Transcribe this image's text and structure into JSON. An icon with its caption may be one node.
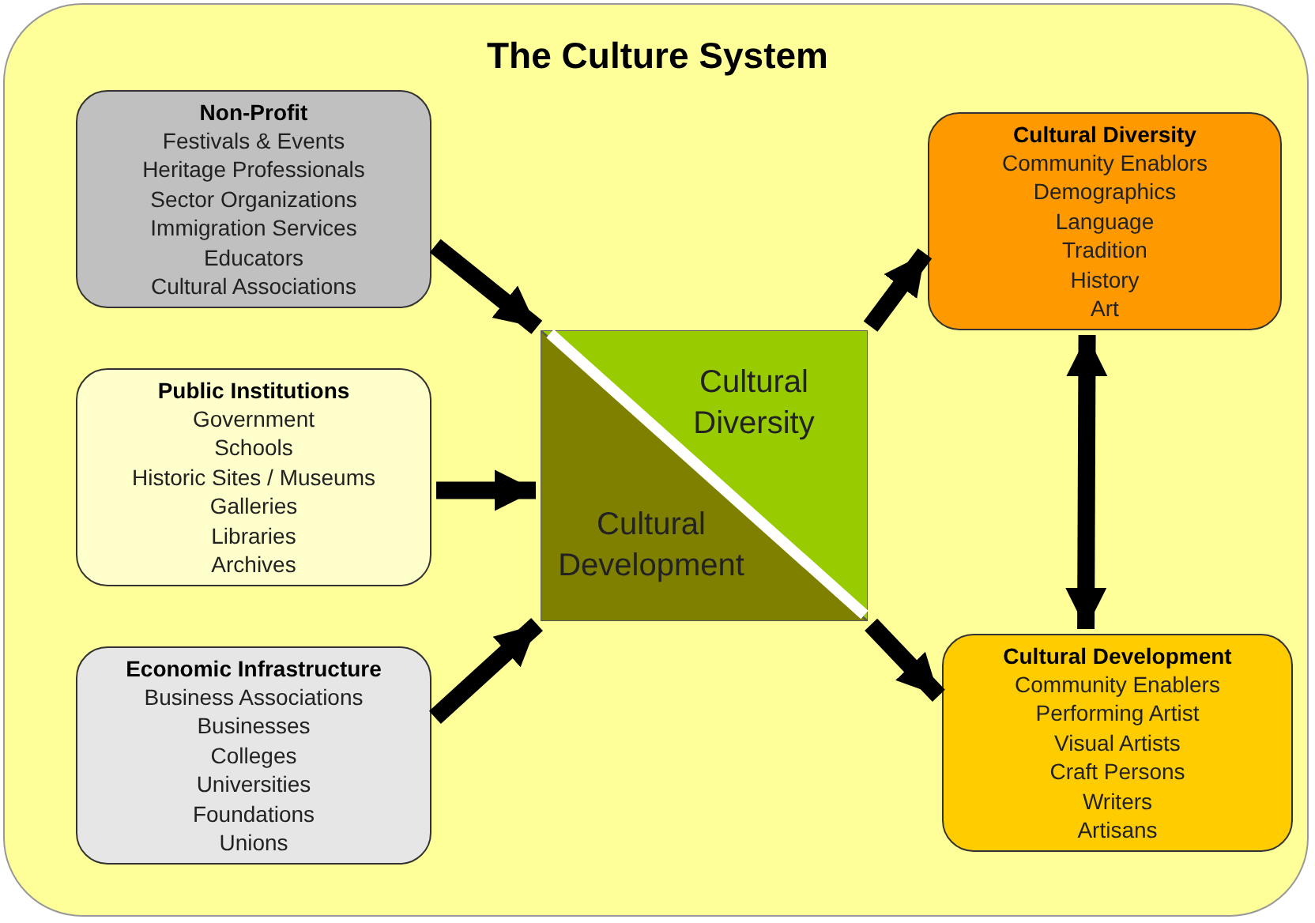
{
  "diagram": {
    "title": "The Culture System",
    "nodes": [
      {
        "text": [
          "Non-Profit",
          "Festivals & Events",
          "Heritage Professionals",
          "Sector Organizations",
          "Immigration Services",
          "Educators",
          "Cultural Associations"
        ]
      },
      {
        "text": [
          "Public Institutions",
          "Government",
          "Schools",
          "Historic Sites / Museums",
          "Galleries",
          "Libraries",
          "Archives"
        ]
      },
      {
        "text": [
          "Economic Infrastructure",
          "Business Associations",
          "Businesses",
          "Colleges",
          "Universities",
          "Foundations",
          "Unions"
        ]
      },
      {
        "text": [
          "Cultural Diversity"
        ]
      },
      {
        "text": [
          "Cultural Development"
        ]
      },
      {
        "text": [
          "Cultural Diversity",
          "Community Enablors",
          "Demographics",
          "Language",
          "Tradition",
          "History",
          "Art"
        ]
      },
      {
        "text": [
          "Cultural Development",
          "Community Enablers",
          "Performing Artist",
          "Visual Artists",
          "Craft Persons",
          "Writers",
          "Artisans"
        ]
      }
    ],
    "edges": [
      {
        "from": 0,
        "to": 4,
        "arrow": "to"
      },
      {
        "from": 1,
        "to": 4,
        "arrow": "to"
      },
      {
        "from": 2,
        "to": 4,
        "arrow": "to"
      },
      {
        "from": 3,
        "to": 5,
        "arrow": "to"
      },
      {
        "from": 4,
        "to": 6,
        "arrow": "to"
      },
      {
        "from": 5,
        "to": 6,
        "arrow": "both"
      }
    ]
  }
}
